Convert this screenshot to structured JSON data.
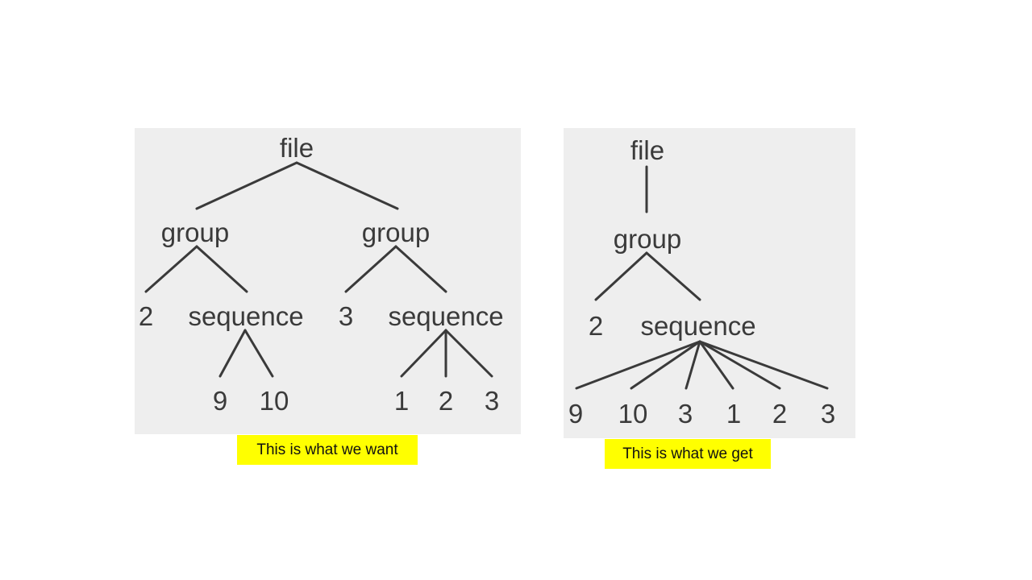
{
  "left_tree": {
    "root": "file",
    "group_a": "group",
    "group_b": "group",
    "leaf_2": "2",
    "seq_a": "sequence",
    "leaf_3": "3",
    "seq_b": "sequence",
    "leaf_9": "9",
    "leaf_10": "10",
    "leaf_1": "1",
    "leaf_2b": "2",
    "leaf_3b": "3"
  },
  "right_tree": {
    "root": "file",
    "group": "group",
    "leaf_2": "2",
    "seq": "sequence",
    "leaves": [
      "9",
      "10",
      "3",
      "1",
      "2",
      "3"
    ]
  },
  "captions": {
    "left": "This is what we want",
    "right": "This is what we get"
  },
  "colors": {
    "panel_bg": "#eeeeee",
    "caption_bg": "#ffff00",
    "ink": "#3a3a3a"
  }
}
